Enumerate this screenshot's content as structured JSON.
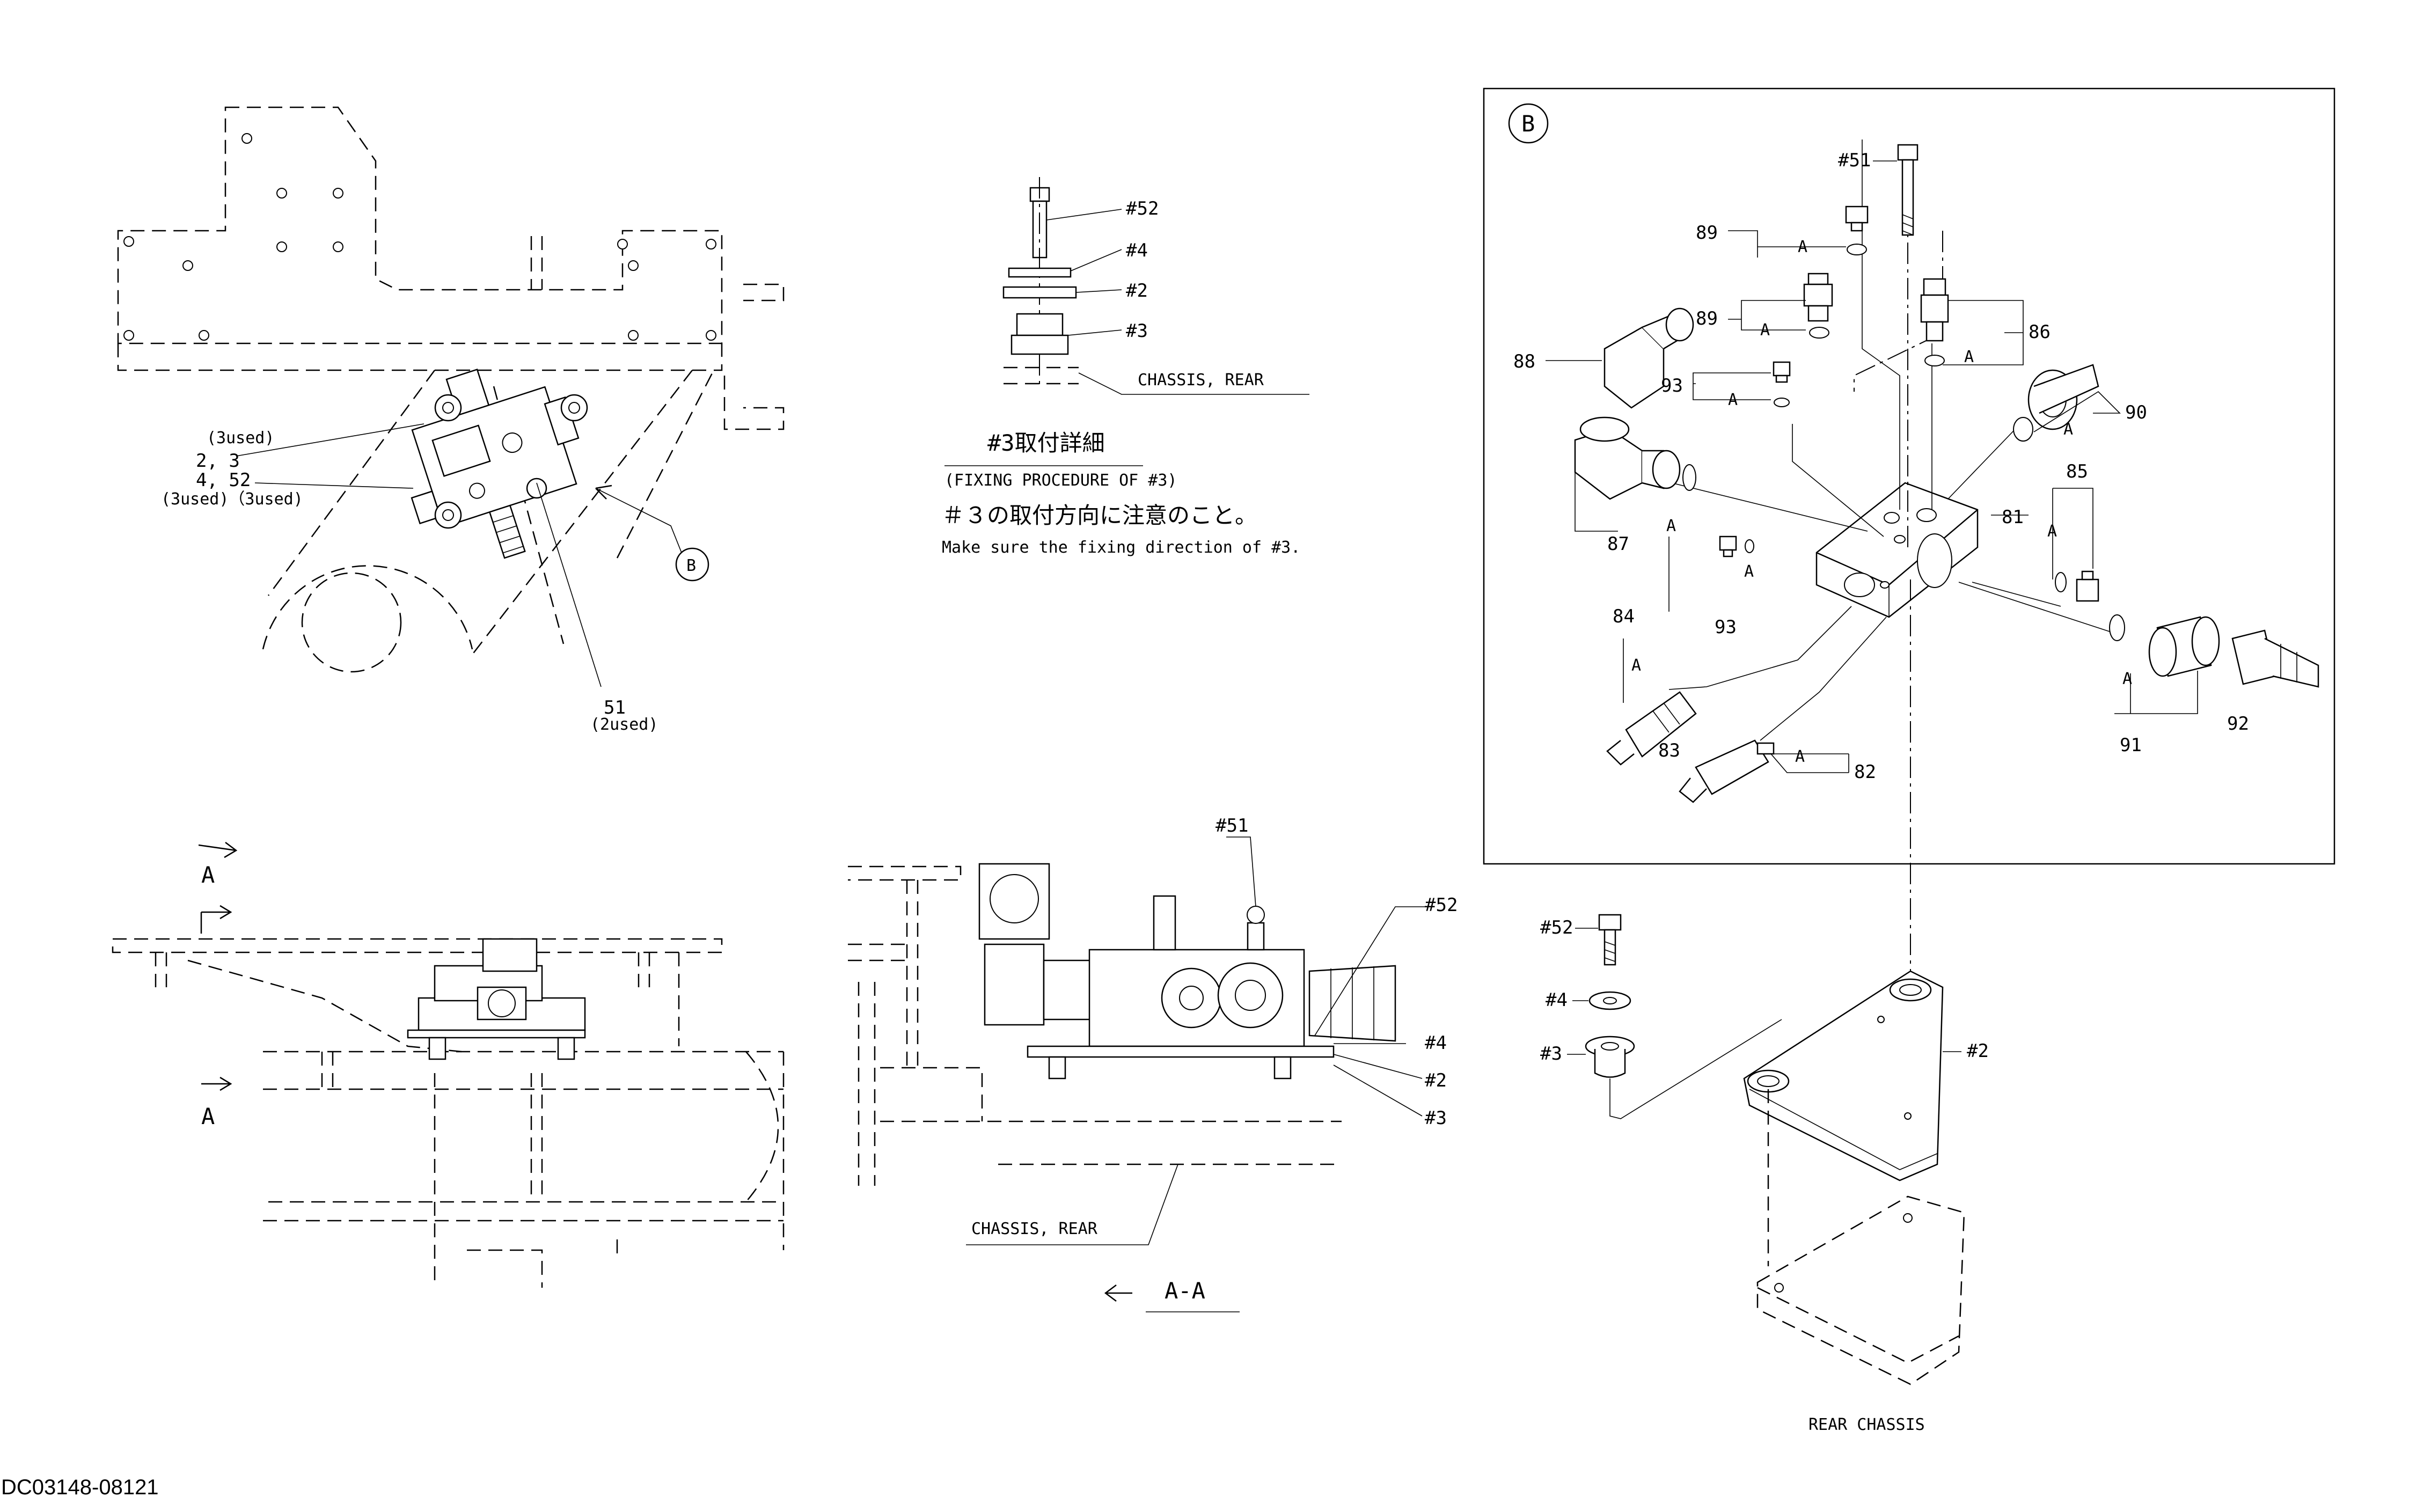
{
  "view_top_left": {
    "callout_2_3_qty": "(3used)",
    "callout_2_3": "2, 3",
    "callout_4_52": "4, 52",
    "callout_4_52_qty": "(3used)（3used)",
    "callout_51": "51",
    "callout_51_qty": "(2used)",
    "detail_mark": "B"
  },
  "fixing_detail": {
    "label_52": "#52",
    "label_4": "#4",
    "label_2": "#2",
    "label_3": "#3",
    "label_chassis": "CHASSIS, REAR",
    "title_jp": "#3取付詳細",
    "title_en": "(FIXING PROCEDURE OF #3)",
    "note_jp": "＃３の取付方向に注意のこと。",
    "note_en": "Make sure the fixing direction of #3."
  },
  "view_bottom_left": {
    "section_top": "A",
    "section_bottom": "A"
  },
  "view_a_a": {
    "label_51": "#51",
    "label_52": "#52",
    "label_4": "#4",
    "label_2": "#2",
    "label_3": "#3",
    "label_chassis": "CHASSIS, REAR",
    "section_title": "A-A"
  },
  "detail_b": {
    "title": "B",
    "label_51": "#51",
    "items": [
      "81",
      "82",
      "83",
      "84",
      "85",
      "86",
      "87",
      "88",
      "89",
      "89",
      "90",
      "91",
      "92",
      "93",
      "93"
    ],
    "port_label": "A"
  },
  "mount_detail": {
    "label_52": "#52",
    "label_4": "#4",
    "label_3": "#3",
    "label_2": "#2",
    "label_rear_chassis": "REAR CHASSIS"
  },
  "drawing_number": "DC03148-08121"
}
